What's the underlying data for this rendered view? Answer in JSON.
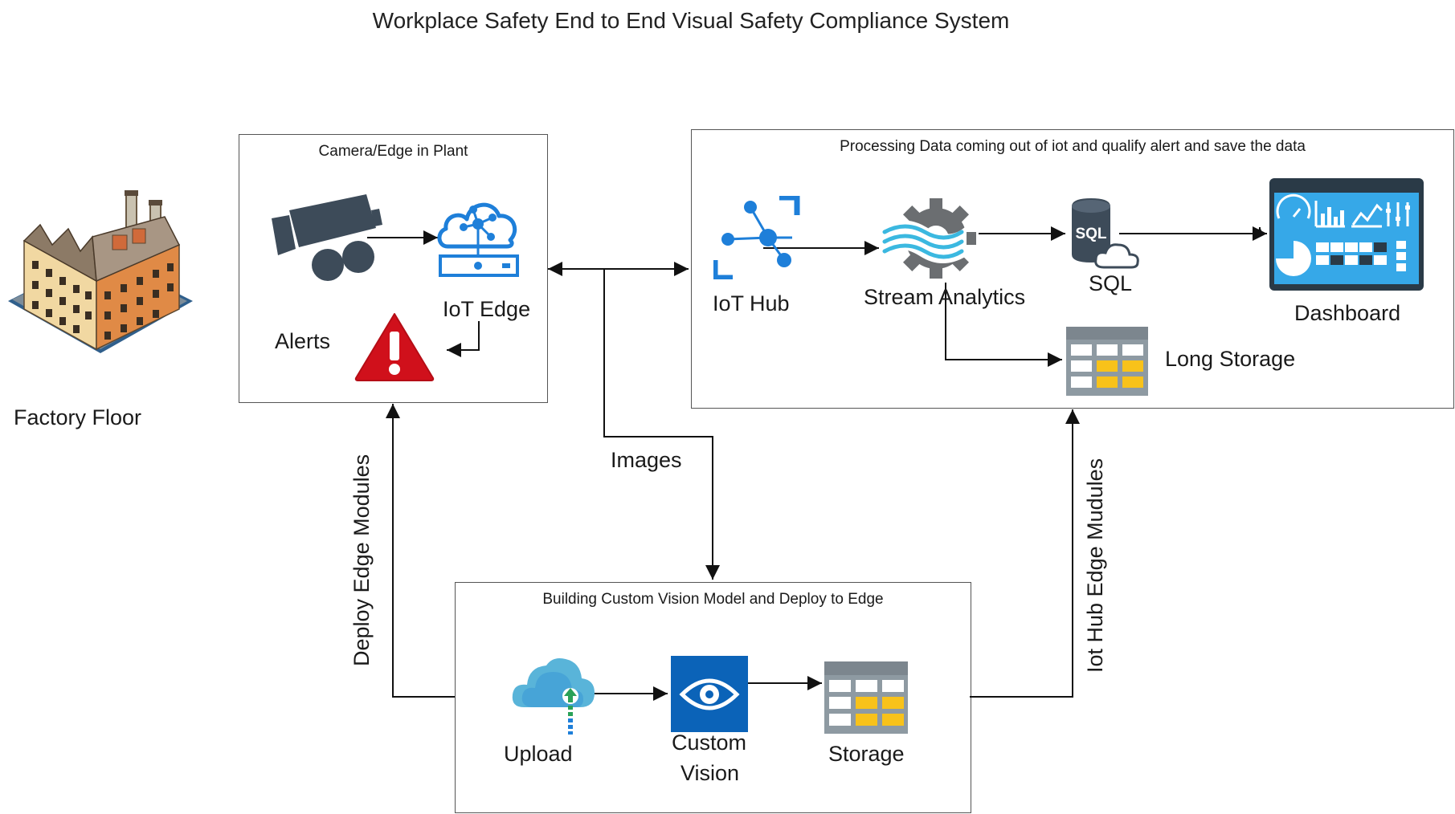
{
  "title": "Workplace Safety End to End Visual Safety Compliance System",
  "factory": {
    "label": "Factory Floor"
  },
  "panels": {
    "camera_edge": {
      "title": "Camera/Edge in Plant",
      "iot_edge": "IoT Edge",
      "alerts": "Alerts"
    },
    "processing": {
      "title": "Processing Data coming out of iot and qualify alert and save the data",
      "iot_hub": "IoT Hub",
      "stream_analytics": "Stream Analytics",
      "sql": "SQL",
      "dashboard": "Dashboard",
      "long_storage": "Long Storage"
    },
    "custom_vision": {
      "title": "Building Custom Vision Model and Deploy to Edge",
      "upload": "Upload",
      "custom_vision_line1": "Custom",
      "custom_vision_line2": "Vision",
      "storage": "Storage"
    }
  },
  "connectors": {
    "images": "Images",
    "deploy_edge_modules": "Deploy Edge Modules",
    "iot_hub_edge_modules": "Iot Hub Edge Mudules"
  },
  "icons": {
    "sql_badge": "SQL"
  },
  "colors": {
    "azure_blue": "#1e7fd9",
    "dark_gray": "#3d4b59",
    "alert_red": "#d0101b",
    "yellow": "#f8c21a",
    "custom_vision_blue": "#0b63b8"
  }
}
